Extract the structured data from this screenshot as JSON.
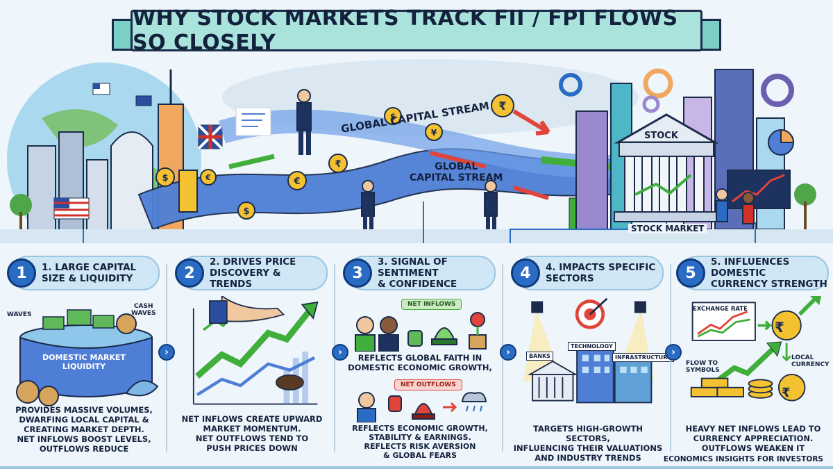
{
  "title": "Why Stock Markets Track FII / FPI Flows So Closely",
  "hero": {
    "stream_label_top": "Global Capital Stream",
    "stream_label_mid_1": "Global",
    "stream_label_mid_2": "Capital Stream",
    "stock_sign": "Stock",
    "stock_market_label": "Stock Market"
  },
  "panels": [
    {
      "number": "1",
      "title_line1": "1. Large Capital",
      "title_line2": "Size & Liquidity",
      "label_waves": "Waves",
      "label_cash_waves_1": "Cash",
      "label_cash_waves_2": "Waves",
      "label_pool_1": "Domestic Market",
      "label_pool_2": "Liquidity",
      "desc": [
        "Provides massive volumes,",
        "dwarfing local capital &",
        "creating market depth.",
        "Net inflows boost levels,",
        "outflows reduce"
      ]
    },
    {
      "number": "2",
      "title_line1": "2. Drives Price",
      "title_line2": "Discovery & Trends",
      "desc": [
        "Net inflows create upward",
        "market momentum.",
        "Net outflows tend to",
        "push prices down"
      ]
    },
    {
      "number": "3",
      "title_line1": "3. Signal of Sentiment",
      "title_line2": "& Confidence",
      "label_net_inflows": "Net Inflows",
      "label_net_outflows": "Net Outflows",
      "desc_mid": [
        "Reflects global faith in",
        "domestic economic growth,"
      ],
      "desc": [
        "Reflects  economic growth,",
        "stability & earnings.",
        "Reflects risk aversion",
        "& global fears"
      ]
    },
    {
      "number": "4",
      "title_line1": "4. Impacts Specific",
      "title_line2": "Sectors",
      "label_banks": "Banks",
      "label_technology": "Technology",
      "label_infrastructure": "Infrastructure",
      "desc": [
        "Targets high-growth sectors,",
        "influencing their valuations",
        "and industry trends"
      ]
    },
    {
      "number": "5",
      "title_line1": "5. Influences Domestic",
      "title_line2": "Currency Strength",
      "label_exchange_rate": "Exchange Rate",
      "label_flow_1": "Flow to",
      "label_flow_2": "Symbols",
      "label_local_1": "Local",
      "label_local_2": "Currency",
      "desc": [
        "Heavy net inflows lead to",
        "currency appreciation.",
        "Outflows weaken it"
      ]
    }
  ],
  "footer": "Economics Insights for Investors",
  "colors": {
    "accent_blue": "#2a6cc4",
    "banner_teal": "#a9e3dc",
    "green_arrow": "#3fae3a",
    "red_arrow": "#e0443a",
    "coin_gold": "#f4c130"
  },
  "symbols": {
    "rupee": "₹",
    "dollar": "$",
    "euro": "€",
    "yen": "¥",
    "chevron": "›"
  }
}
